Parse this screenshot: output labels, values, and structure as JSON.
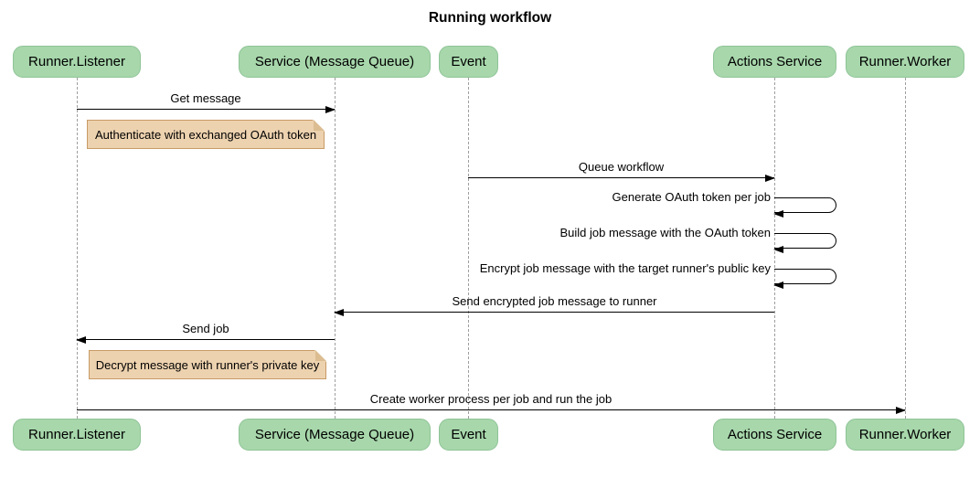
{
  "title": "Running workflow",
  "colors": {
    "participant_fill": "#a7d7ab",
    "participant_border": "#8fc497",
    "note_fill": "#edd2af",
    "note_border": "#c79b66",
    "note_fold": "#dcbd92",
    "lifeline": "#9e9e9e",
    "arrow": "#000000",
    "text": "#000000",
    "background": "#ffffff"
  },
  "participants": [
    {
      "label": "Runner.Listener"
    },
    {
      "label": "Service (Message Queue)"
    },
    {
      "label": "Event"
    },
    {
      "label": "Actions Service"
    },
    {
      "label": "Runner.Worker"
    }
  ],
  "messages": [
    {
      "text": "Get message",
      "from": "Runner.Listener",
      "to": "Service (Message Queue)",
      "kind": "arrow"
    },
    {
      "text": "Queue workflow",
      "from": "Event",
      "to": "Actions Service",
      "kind": "arrow"
    },
    {
      "text": "Generate OAuth token per job",
      "from": "Actions Service",
      "to": "Actions Service",
      "kind": "self"
    },
    {
      "text": "Build job message with the OAuth token",
      "from": "Actions Service",
      "to": "Actions Service",
      "kind": "self"
    },
    {
      "text": "Encrypt job message with the target runner's public key",
      "from": "Actions Service",
      "to": "Actions Service",
      "kind": "self"
    },
    {
      "text": "Send encrypted job message to runner",
      "from": "Actions Service",
      "to": "Service (Message Queue)",
      "kind": "arrow"
    },
    {
      "text": "Send job",
      "from": "Service (Message Queue)",
      "to": "Runner.Listener",
      "kind": "arrow"
    },
    {
      "text": "Create worker process per job and run the job",
      "from": "Runner.Listener",
      "to": "Runner.Worker",
      "kind": "arrow"
    }
  ],
  "notes": [
    {
      "text": "Authenticate with exchanged OAuth token",
      "over": "Runner.Listener"
    },
    {
      "text": "Decrypt message with runner's private key",
      "over": "Runner.Listener"
    }
  ]
}
